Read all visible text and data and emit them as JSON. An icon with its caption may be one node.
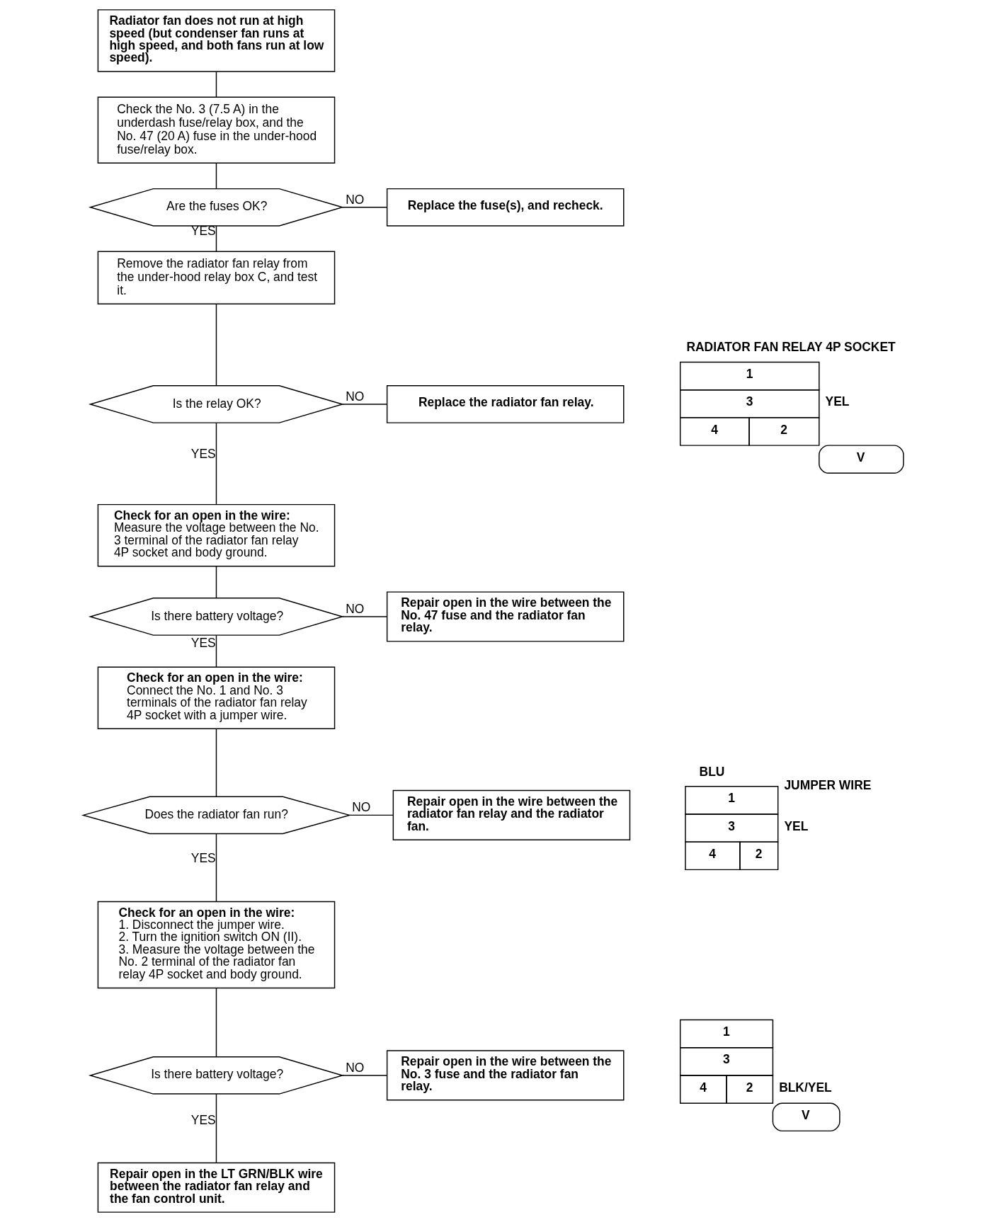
{
  "diagram": {
    "nodes": [
      {
        "text": [
          "Radiator fan does not run at high speed (but condenser fan runs at high speed, and both fans run at low speed)."
        ]
      },
      {
        "text": [
          "Check the No. 3 (7.5 A) in the underdash fuse/relay box, and the No. 47 (20 A) fuse in the under-hood fuse/relay box."
        ]
      },
      {
        "text": [
          "Are the fuses OK?"
        ]
      },
      {
        "text": [
          "Replace the fuse(s), and recheck."
        ]
      },
      {
        "text": [
          "Remove the radiator fan relay from the under-hood relay box C, and test it."
        ]
      },
      {
        "text": [
          "Is the relay OK?"
        ]
      },
      {
        "text": [
          "Replace the radiator fan relay."
        ]
      },
      {
        "text": [
          "Check for an open in the wire:",
          "Measure the voltage between the No. 3 terminal of the radiator fan relay 4P socket and body ground."
        ]
      },
      {
        "text": [
          "Is there battery voltage?"
        ]
      },
      {
        "text": [
          "Repair open in the wire between the No. 47 fuse and the radiator fan relay."
        ]
      },
      {
        "text": [
          "Check for an open in the wire:",
          "Connect the No. 1 and No. 3 terminals of the radiator fan relay 4P socket with a jumper wire."
        ]
      },
      {
        "text": [
          "Does the radiator fan run?"
        ]
      },
      {
        "text": [
          "Repair open in the wire between the radiator fan relay and the radiator fan."
        ]
      },
      {
        "text": [
          "Check for an open in the wire:",
          "1. Disconnect the jumper wire.",
          "2. Turn the ignition switch ON (II).",
          "3. Measure the voltage between the No. 2 terminal of the radiator fan relay 4P socket and body ground."
        ]
      },
      {
        "text": [
          "Is there battery voltage?"
        ]
      },
      {
        "text": [
          "Repair open in the wire between the No. 3 fuse and the radiator fan relay."
        ]
      },
      {
        "text": [
          "Repair open in the LT GRN/BLK wire between the radiator fan relay and the fan control unit."
        ]
      }
    ],
    "edges": [
      {
        "from": 0,
        "to": 1,
        "arrow": "none"
      },
      {
        "from": 1,
        "to": 2,
        "arrow": "none"
      },
      {
        "from": 2,
        "to": 3,
        "arrow": "none",
        "label": "NO"
      },
      {
        "from": 2,
        "to": 4,
        "arrow": "none",
        "label": "YES"
      },
      {
        "from": 4,
        "to": 5,
        "arrow": "none"
      },
      {
        "from": 5,
        "to": 6,
        "arrow": "none",
        "label": "NO"
      },
      {
        "from": 5,
        "to": 7,
        "arrow": "none",
        "label": "YES"
      },
      {
        "from": 7,
        "to": 8,
        "arrow": "none"
      },
      {
        "from": 8,
        "to": 9,
        "arrow": "none",
        "label": "NO"
      },
      {
        "from": 8,
        "to": 10,
        "arrow": "none",
        "label": "YES"
      },
      {
        "from": 10,
        "to": 11,
        "arrow": "none"
      },
      {
        "from": 11,
        "to": 12,
        "arrow": "none",
        "label": "NO"
      },
      {
        "from": 11,
        "to": 13,
        "arrow": "none",
        "label": "YES"
      },
      {
        "from": 13,
        "to": 14,
        "arrow": "none"
      },
      {
        "from": 14,
        "to": 15,
        "arrow": "none",
        "label": "NO"
      },
      {
        "from": 14,
        "to": 16,
        "arrow": "none",
        "label": "YES"
      }
    ],
    "labels": [
      "RADIATOR FAN RELAY 4P SOCKET",
      "1",
      "3",
      "4",
      "2",
      "YEL",
      "V",
      "BLU",
      "JUMPER WIRE",
      "1",
      "3",
      "4",
      "2",
      "YEL",
      "1",
      "3",
      "4",
      "2",
      "BLK/YEL",
      "V"
    ]
  }
}
